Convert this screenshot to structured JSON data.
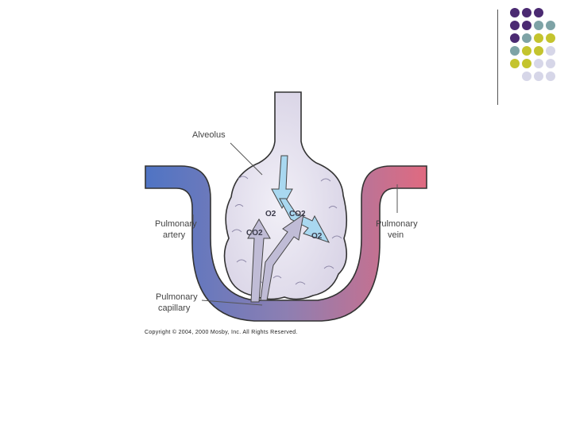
{
  "decor": {
    "colors": {
      "purple": "#4b2a72",
      "teal": "#7ea3a6",
      "olive": "#c4c42e",
      "lavender": "#d6d6e8"
    },
    "dot_grid": [
      [
        "purple",
        "purple",
        "purple",
        null
      ],
      [
        "purple",
        "purple",
        "teal",
        "teal"
      ],
      [
        "purple",
        "teal",
        "olive",
        "olive"
      ],
      [
        "teal",
        "olive",
        "olive",
        "lavender"
      ],
      [
        "olive",
        "olive",
        "lavender",
        "lavender"
      ],
      [
        null,
        "lavender",
        "lavender",
        "lavender"
      ]
    ]
  },
  "diagram": {
    "labels": {
      "alveolus": "Alveolus",
      "pulmonary_artery": [
        "Pulmonary",
        "artery"
      ],
      "pulmonary_vein": [
        "Pulmonary",
        "vein"
      ],
      "pulmonary_capillary": [
        "Pulmonary",
        "capillary"
      ]
    },
    "gases": {
      "o2": "O2",
      "co2": "CO2"
    },
    "colors": {
      "artery": "#4f74c4",
      "capillary_mid": "#8d7fb2",
      "vein": "#e06a80",
      "alveolus_fill": "#d9d4e6",
      "alveolus_inner": "#f1eff7",
      "arrow_o2": "#a9d8f0",
      "arrow_co2": "#c0bcd6"
    },
    "copyright": "Copyright © 2004, 2000 Mosby, Inc. All Rights Reserved."
  }
}
